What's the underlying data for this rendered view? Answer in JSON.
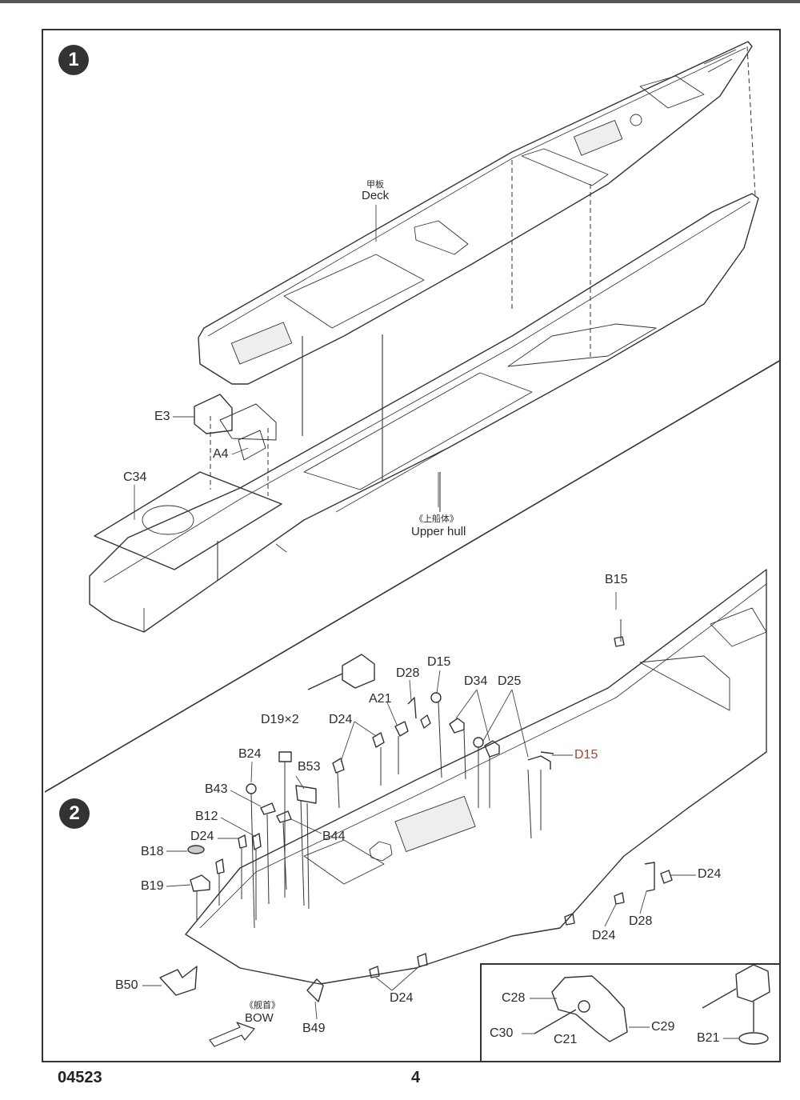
{
  "steps": [
    {
      "number": "1"
    },
    {
      "number": "2"
    }
  ],
  "step1": {
    "deck_cn": "甲板",
    "deck_en": "Deck",
    "upper_hull_cn": "《上船体》",
    "upper_hull_en": "Upper hull",
    "parts": {
      "e3": "E3",
      "a4": "A4",
      "c34": "C34"
    }
  },
  "step2": {
    "parts": {
      "b15": "B15",
      "d15_top": "D15",
      "d15_right": "D15",
      "d28_top": "D28",
      "d28_right": "D28",
      "a21": "A21",
      "d34": "D34",
      "d25": "D25",
      "d19x2": "D19×2",
      "d24_a": "D24",
      "d24_b": "D24",
      "d24_c": "D24",
      "d24_d": "D24",
      "d24_e": "D24",
      "b24": "B24",
      "b53": "B53",
      "b43": "B43",
      "b12": "B12",
      "b44": "B44",
      "b18": "B18",
      "b19": "B19",
      "b50": "B50",
      "b49": "B49"
    },
    "bow_cn": "《舰首》",
    "bow_en": "BOW",
    "inset": {
      "c28": "C28",
      "c29": "C29",
      "c30": "C30",
      "c21": "C21",
      "b21": "B21"
    }
  },
  "footer": {
    "product_code": "04523",
    "page_number": "4"
  },
  "colors": {
    "line": "#333333",
    "highlight_part": "#a0483a"
  }
}
